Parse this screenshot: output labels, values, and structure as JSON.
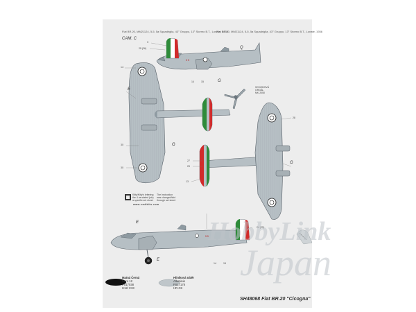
{
  "captions": {
    "left": "Fiat BR.20, MM21124, 5-5, 5a Squadriglia, 43° Gruppo, 13° Stormo B.T., Lonate, 1936",
    "right": "Fiat BR.20, MM21124, 5-5, 5a Squadriglia, 43° Gruppo, 13° Stormo B.T., Lonate, 1936"
  },
  "camo_label": "CAM. C",
  "fuselage_code": "5 5",
  "letters": {
    "q": "Q",
    "g1": "G",
    "e1": "E",
    "g2": "G",
    "g3": "G",
    "e2": "E",
    "e3": "E"
  },
  "callout_numbers": {
    "n1": "3",
    "n2": "25 (26)",
    "n3": "14",
    "n4": "14",
    "n5": "15",
    "n6": "30",
    "n7": "30",
    "n8": "28",
    "n9": "27",
    "n10": "29",
    "n11": "13",
    "n12": "24 (25)",
    "n13": "14",
    "n14": "15"
  },
  "prop_note": [
    "SCHODOVÁ",
    "ORGÁL",
    "MK 2050"
  ],
  "instructions_text": [
    "Kitty/Kitty's lettering",
    "the 4 as stated (sic)",
    "a specific set sheet"
  ],
  "instructions_text_right": [
    "The Instruction",
    "was changed/laid",
    "through set sheet"
  ],
  "website": "www.cmkkits.com",
  "legend": [
    {
      "name": "Matná Černá",
      "code1": "Nero 12",
      "code2": "FS17038",
      "code3": "H12/ C33",
      "color": "#111111"
    },
    {
      "name": "Hliníková nátěr",
      "code1": "Alluminio",
      "code2": "FS17178",
      "code3": "HR-C8",
      "color": "#bfc6ca"
    }
  ],
  "footer_title": "SH48068 Fiat BR.20 \"Cicogna\"",
  "watermark": {
    "line1": "HobbyLink",
    "line2": "Japan"
  },
  "colors": {
    "sheet": "#ededed",
    "aircraft": "#b6bfc4",
    "outline": "#59626a",
    "green": "#2e8b3a",
    "red": "#d12b2b",
    "black": "#111111"
  }
}
